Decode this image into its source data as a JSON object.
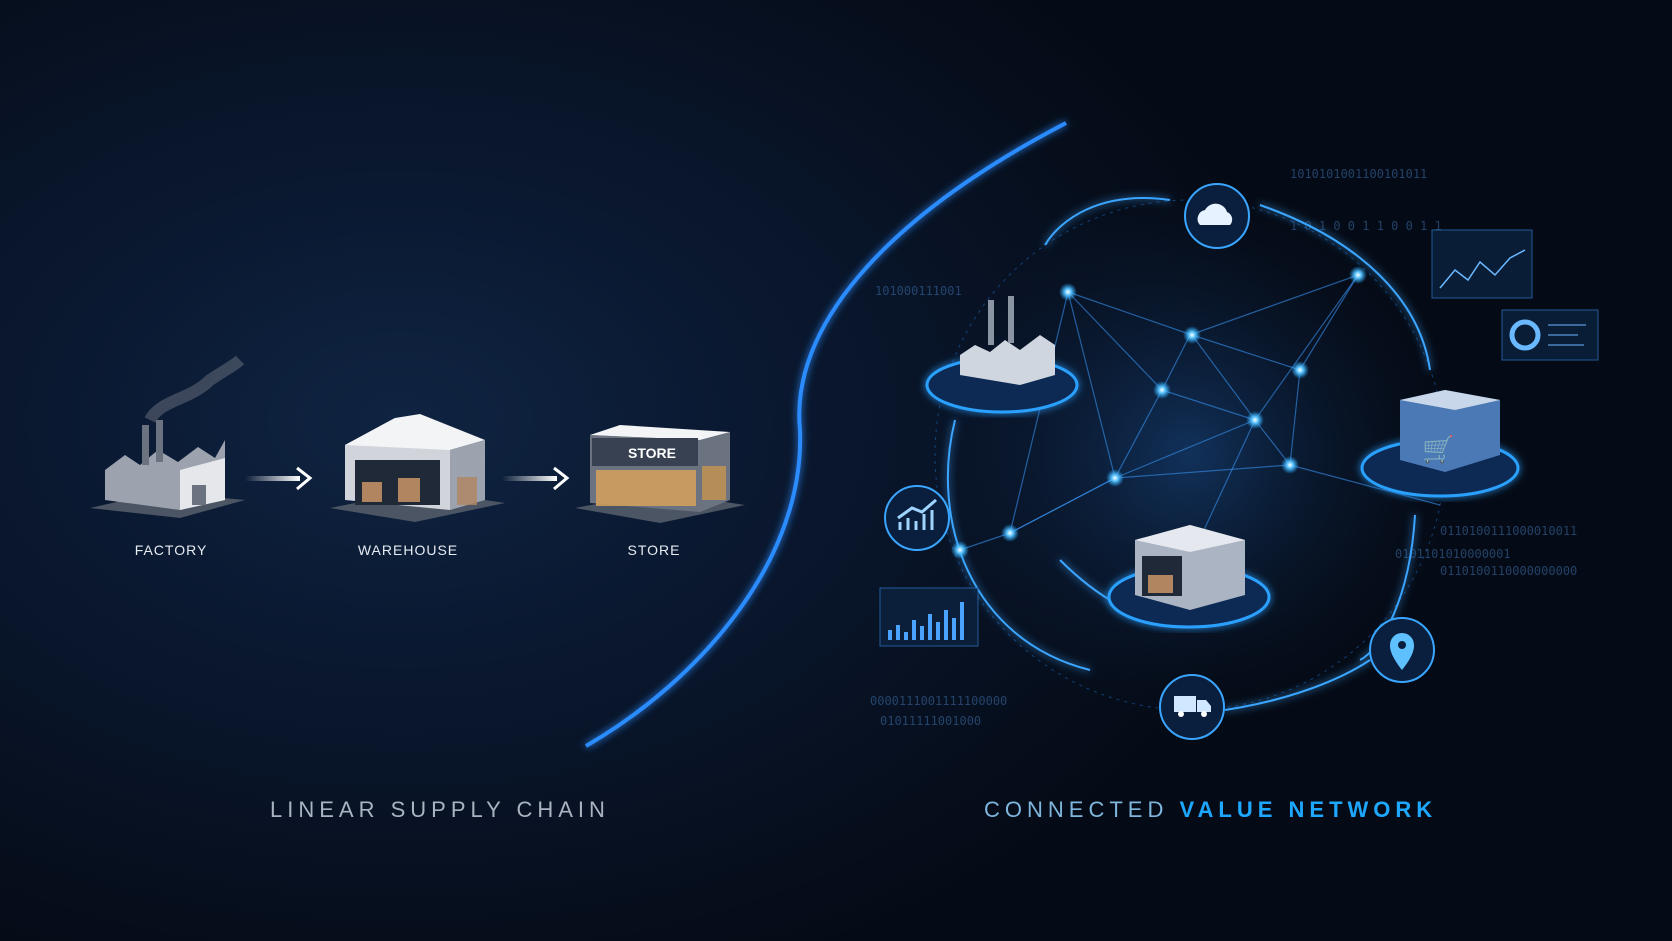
{
  "linear": {
    "nodes": [
      {
        "label": "FACTORY"
      },
      {
        "label": "WAREHOUSE"
      },
      {
        "label": "STORE"
      }
    ],
    "store_sign": "STORE",
    "title": "LINEAR SUPPLY CHAIN"
  },
  "network": {
    "title_part1": "CONNECTED",
    "title_part2": "VALUE NETWORK",
    "nodes": [
      "factory",
      "store",
      "warehouse",
      "cloud",
      "analytics",
      "truck",
      "location-pin"
    ],
    "binary": [
      "1010101001100101011",
      "1 0 1 0 0 1 1 0 0 1 1",
      "101000111001",
      "0110100111000010011",
      "0110100110000000000",
      "0101101010000001",
      "0000111001111100000",
      "01011111001000"
    ]
  },
  "colors": {
    "accent": "#1ea7ff",
    "title_gray": "#aab3c0",
    "title_blue_light": "#7fb6dd",
    "background": "#050b16"
  }
}
